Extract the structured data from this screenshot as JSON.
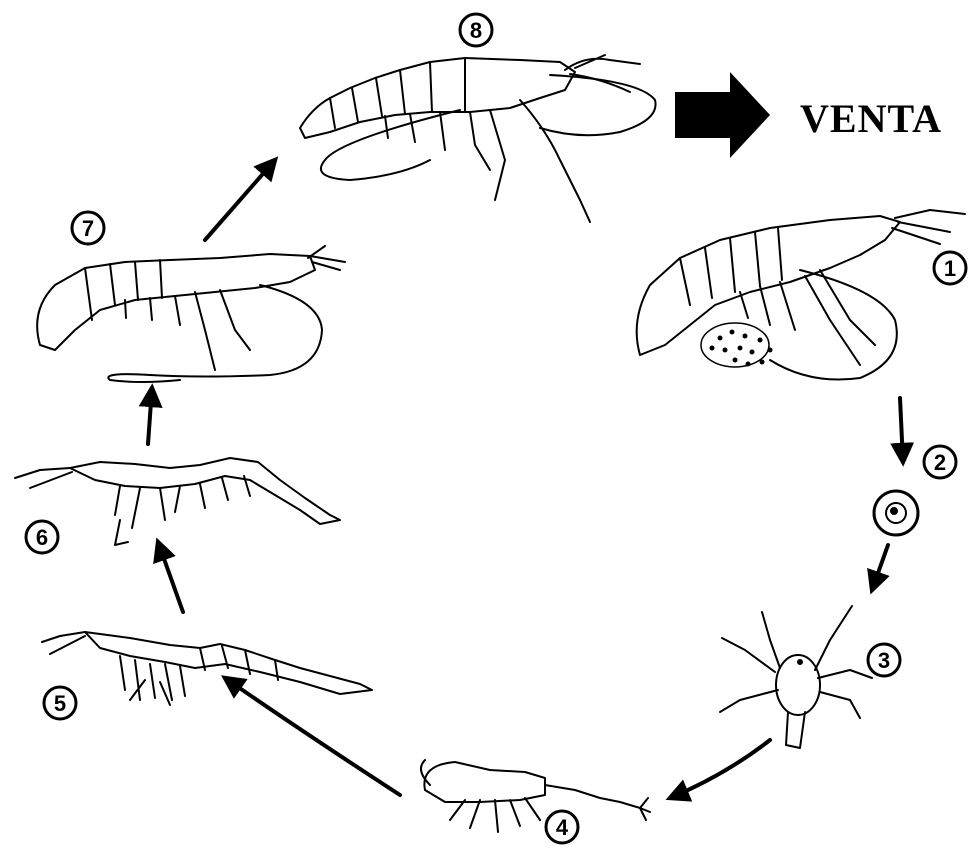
{
  "stages": [
    {
      "id": "1",
      "label": "1"
    },
    {
      "id": "2",
      "label": "2"
    },
    {
      "id": "3",
      "label": "3"
    },
    {
      "id": "4",
      "label": "4"
    },
    {
      "id": "5",
      "label": "5"
    },
    {
      "id": "6",
      "label": "6"
    },
    {
      "id": "7",
      "label": "7"
    },
    {
      "id": "8",
      "label": "8"
    }
  ],
  "output_label": "VENTA",
  "colors": {
    "ink": "#000000",
    "background": "#ffffff"
  },
  "icons": [
    "adult-shrimp-icon",
    "egg-icon",
    "nauplius-larva-icon",
    "zoea-larva-icon",
    "mysis-larva-icon",
    "postlarva-icon",
    "juvenile-shrimp-icon",
    "harvest-shrimp-icon",
    "sale-arrow-icon"
  ]
}
